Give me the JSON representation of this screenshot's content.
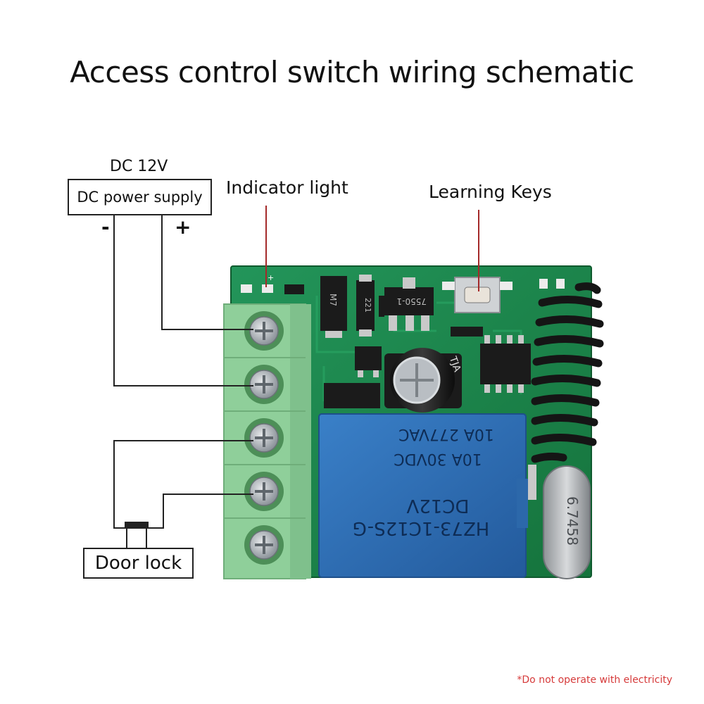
{
  "title": "Access control switch wiring schematic",
  "power_supply": {
    "voltage": "DC 12V",
    "label": "DC power supply",
    "negative": "-",
    "positive": "+"
  },
  "callouts": {
    "indicator": "Indicator light",
    "learning": "Learning Keys"
  },
  "door_lock": {
    "label": "Door lock"
  },
  "board_markings": {
    "relay_line1": "10A 277VAC",
    "relay_line2": "10A 30VDC",
    "relay_line3": "DC12V",
    "relay_model": "HZ73-1C12S-G",
    "capacitor": "TJA",
    "crystal": "6.7458",
    "regulator": "7550-1",
    "chip_m7": "M7",
    "chip_221": "221",
    "led_plus": "+"
  },
  "warning": "*Do not operate with electricity",
  "colors": {
    "pcb": "#1e8a4c",
    "terminal": "#8fcf9a",
    "relay": "#2f6fb8",
    "callout_line": "#a42a2a",
    "warning": "#d63a3a"
  }
}
